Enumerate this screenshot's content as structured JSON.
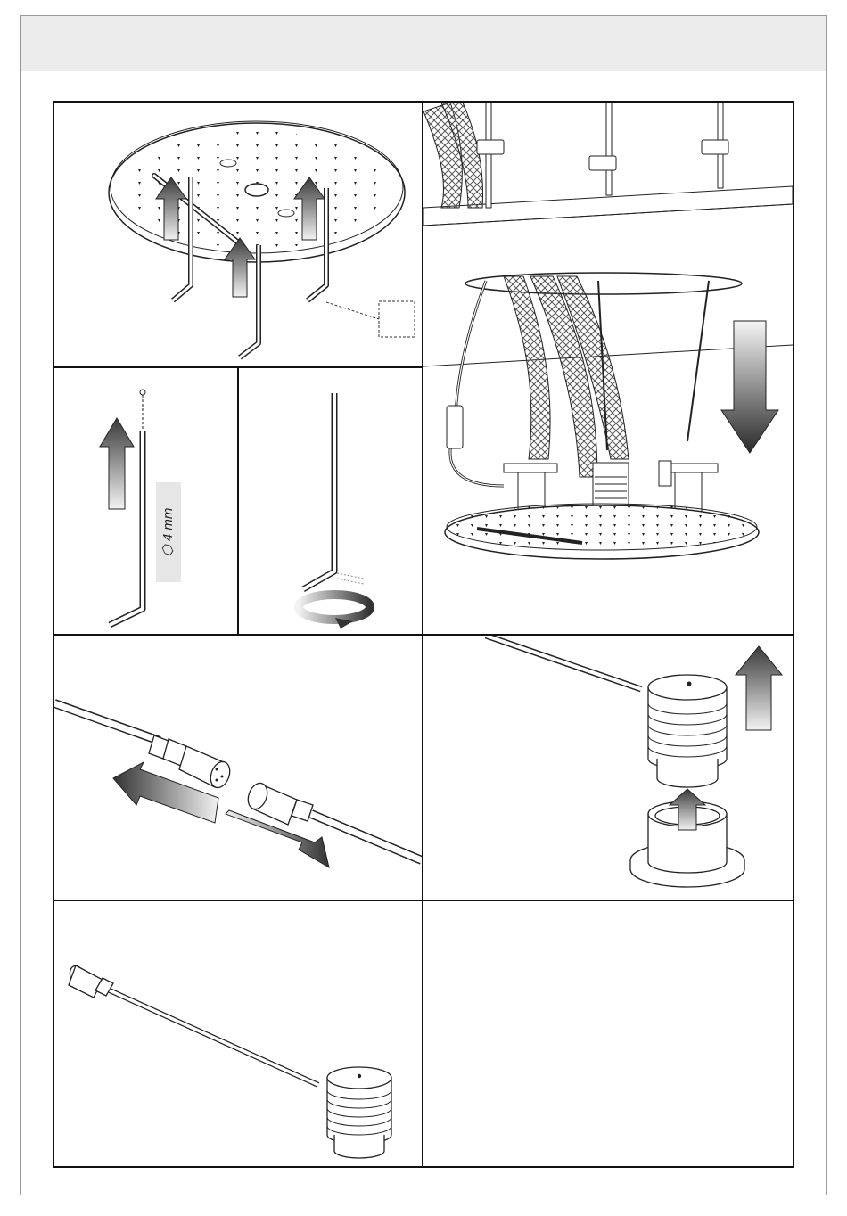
{
  "document": {
    "header": {
      "text": ""
    },
    "panels": [
      {
        "id": "p1",
        "depicts": "shower-head-underside-with-hex-keys"
      },
      {
        "id": "p2",
        "depicts": "ceiling-installation-lowering-shower-head"
      },
      {
        "id": "p3",
        "depicts": "hex-key-insert-upward"
      },
      {
        "id": "p4",
        "depicts": "hex-key-turn"
      },
      {
        "id": "p5",
        "depicts": "cable-connector-separate"
      },
      {
        "id": "p6",
        "depicts": "connector-cap-remove-upward"
      },
      {
        "id": "p7",
        "depicts": "cable-with-connector-cap"
      },
      {
        "id": "p8",
        "depicts": "empty"
      }
    ],
    "hex_key_size": "4 mm",
    "hex_symbol": "⬡"
  }
}
